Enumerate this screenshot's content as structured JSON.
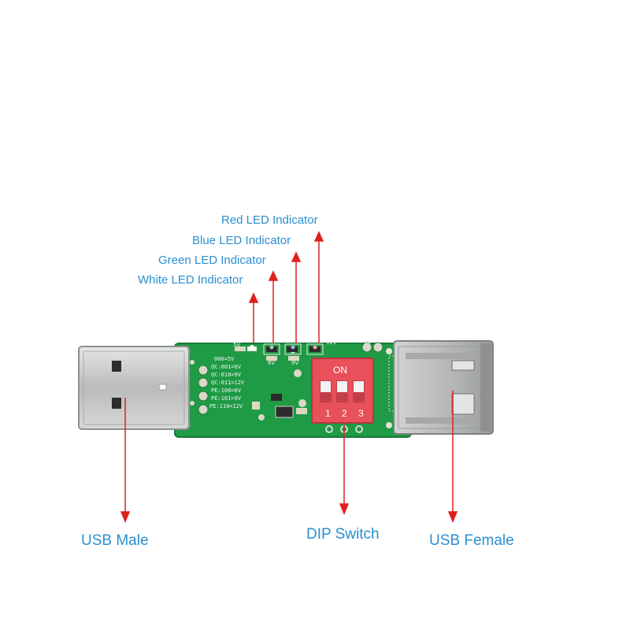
{
  "labels": {
    "red_led": "Red LED Indicator",
    "blue_led": "Blue LED Indicator",
    "green_led": "Green LED Indicator",
    "white_led": "White LED Indicator",
    "usb_male": "USB Male",
    "dip_switch": "DIP Switch",
    "usb_female": "USB Female"
  },
  "board": {
    "silkscreen_table": [
      "000=5V",
      "QC:001=6V",
      "QC:010=9V",
      "QC:011=12V",
      "PE:100=6V",
      "PE:101=9V",
      "PE:110=12V"
    ],
    "led_marks": [
      "5V",
      "6V",
      "9V",
      "12V"
    ],
    "extra_mark": "3V",
    "dip_on": "ON",
    "dip_numbers": [
      "1",
      "2",
      "3"
    ]
  },
  "colors": {
    "label_text": "#2a8fd0",
    "arrow": "#e02020",
    "pcb": "#1f9a45",
    "dip_body": "#e8505a",
    "metal": "#c9cbc9"
  }
}
